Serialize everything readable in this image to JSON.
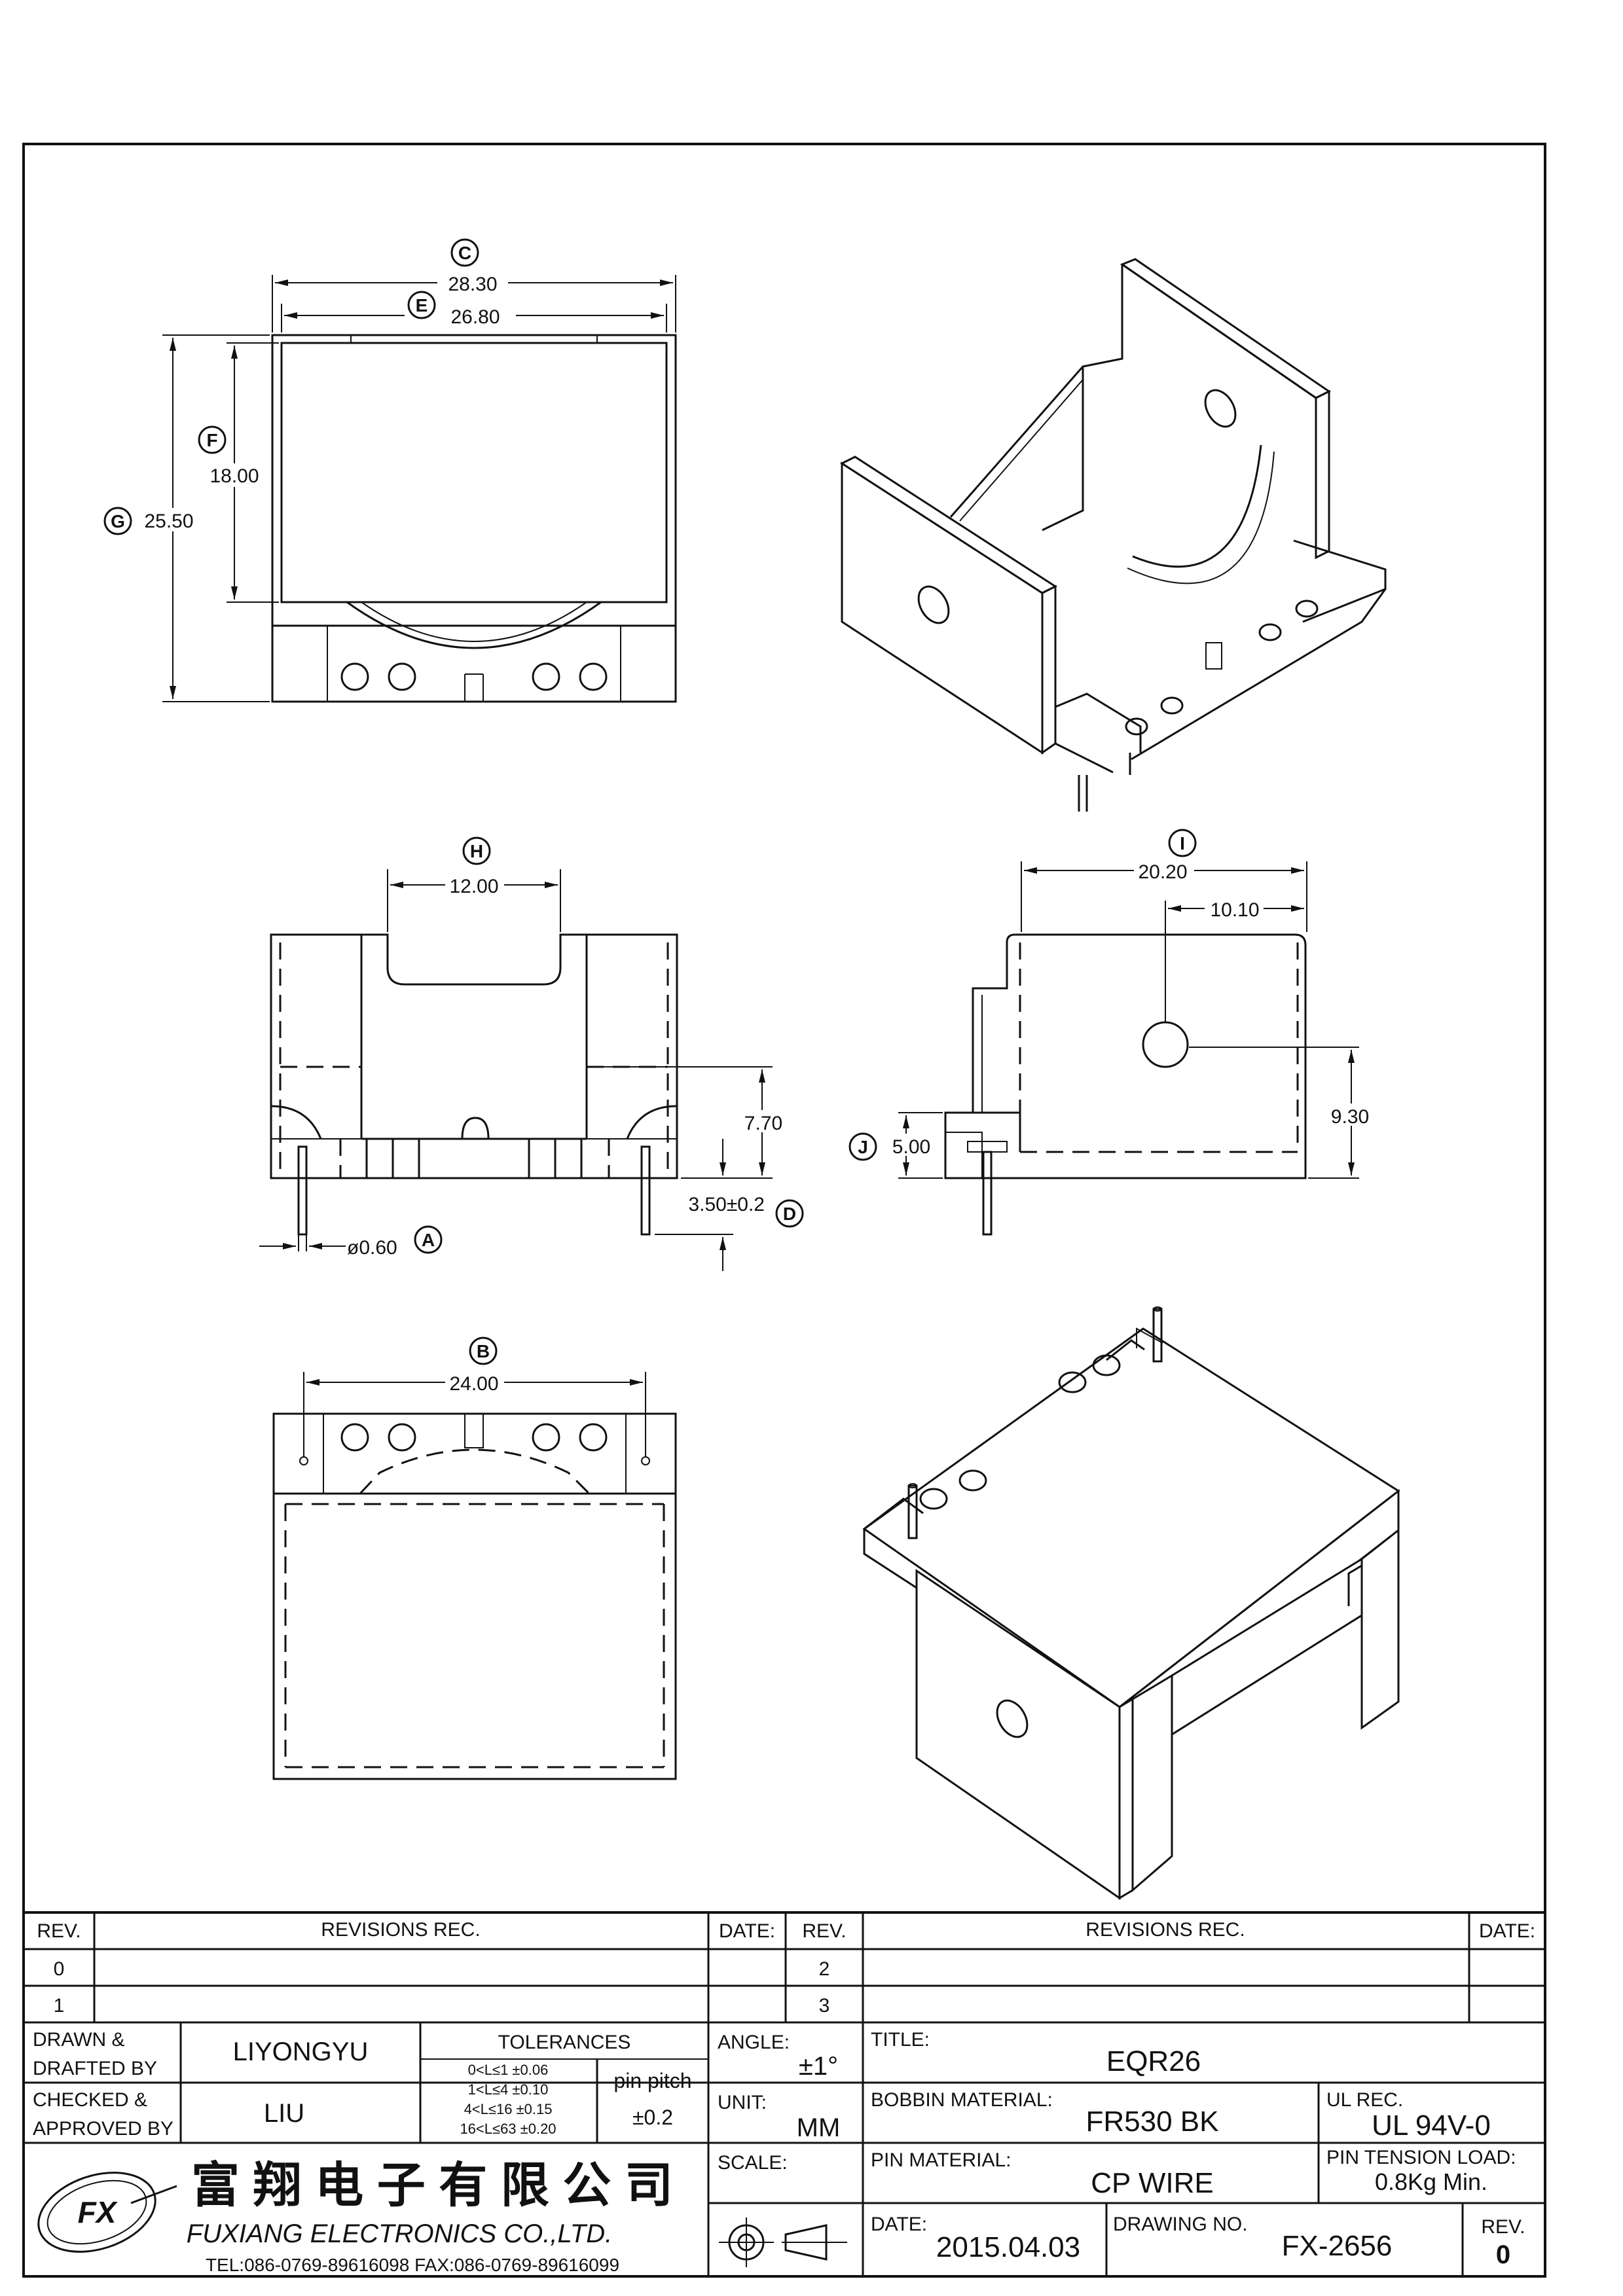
{
  "dimensions": {
    "C": {
      "tag": "C",
      "value": "28.30"
    },
    "E": {
      "tag": "E",
      "value": "26.80"
    },
    "F": {
      "tag": "F",
      "value": "18.00"
    },
    "G": {
      "tag": "G",
      "value": "25.50"
    },
    "H": {
      "tag": "H",
      "value": "12.00"
    },
    "I": {
      "tag": "I",
      "value": "20.20"
    },
    "I2": {
      "value": "10.10"
    },
    "A": {
      "tag": "A",
      "value": "ø0.60"
    },
    "D": {
      "tag": "D",
      "value": "3.50±0.2"
    },
    "D2": {
      "value": "7.70"
    },
    "J": {
      "tag": "J",
      "value": "5.00"
    },
    "J2": {
      "value": "9.30"
    },
    "B": {
      "tag": "B",
      "value": "24.00"
    }
  },
  "title_block": {
    "rev_header": "REV.",
    "revisions_header": "REVISIONS   REC.",
    "date_header": "DATE:",
    "rev_rows_left": [
      "0",
      "1"
    ],
    "rev_rows_right": [
      "2",
      "3"
    ],
    "drawn_label_1": "DRAWN &",
    "drawn_label_2": "DRAFTED BY",
    "drawn_value": "LIYONGYU",
    "checked_label_1": "CHECKED &",
    "checked_label_2": "APPROVED BY",
    "checked_value": "LIU",
    "tolerances_header": "TOLERANCES",
    "tolerance_rows": [
      "0<L≤1   ±0.06",
      "1<L≤4   ±0.10",
      "4<L≤16  ±0.15",
      "16<L≤63 ±0.20"
    ],
    "pin_pitch_label": "pin pitch",
    "pin_pitch_value": "±0.2",
    "angle_label": "ANGLE:",
    "angle_value": "±1°",
    "unit_label": "UNIT:",
    "unit_value": "MM",
    "scale_label": "SCALE:",
    "title_label": "TITLE:",
    "title_value": "EQR26",
    "bobbin_label": "BOBBIN MATERIAL:",
    "bobbin_value": "FR530  BK",
    "ul_label": "UL REC.",
    "ul_value": "UL  94V-0",
    "pin_material_label": "PIN MATERIAL:",
    "pin_material_value": "CP  WIRE",
    "pin_tension_label": "PIN TENSION LOAD:",
    "pin_tension_value": "0.8Kg  Min.",
    "date_label": "DATE:",
    "date_value": "2015.04.03",
    "drawing_no_label": "DRAWING NO.",
    "drawing_no_value": "FX-2656",
    "rev_label": "REV.",
    "rev_value": "0",
    "company_cn": "富 翔 电 子 有 限 公 司",
    "company_en": "FUXIANG  ELECTRONICS  CO.,LTD.",
    "company_contact": "TEL:086-0769-89616098   FAX:086-0769-89616099",
    "logo_text": "FX"
  }
}
